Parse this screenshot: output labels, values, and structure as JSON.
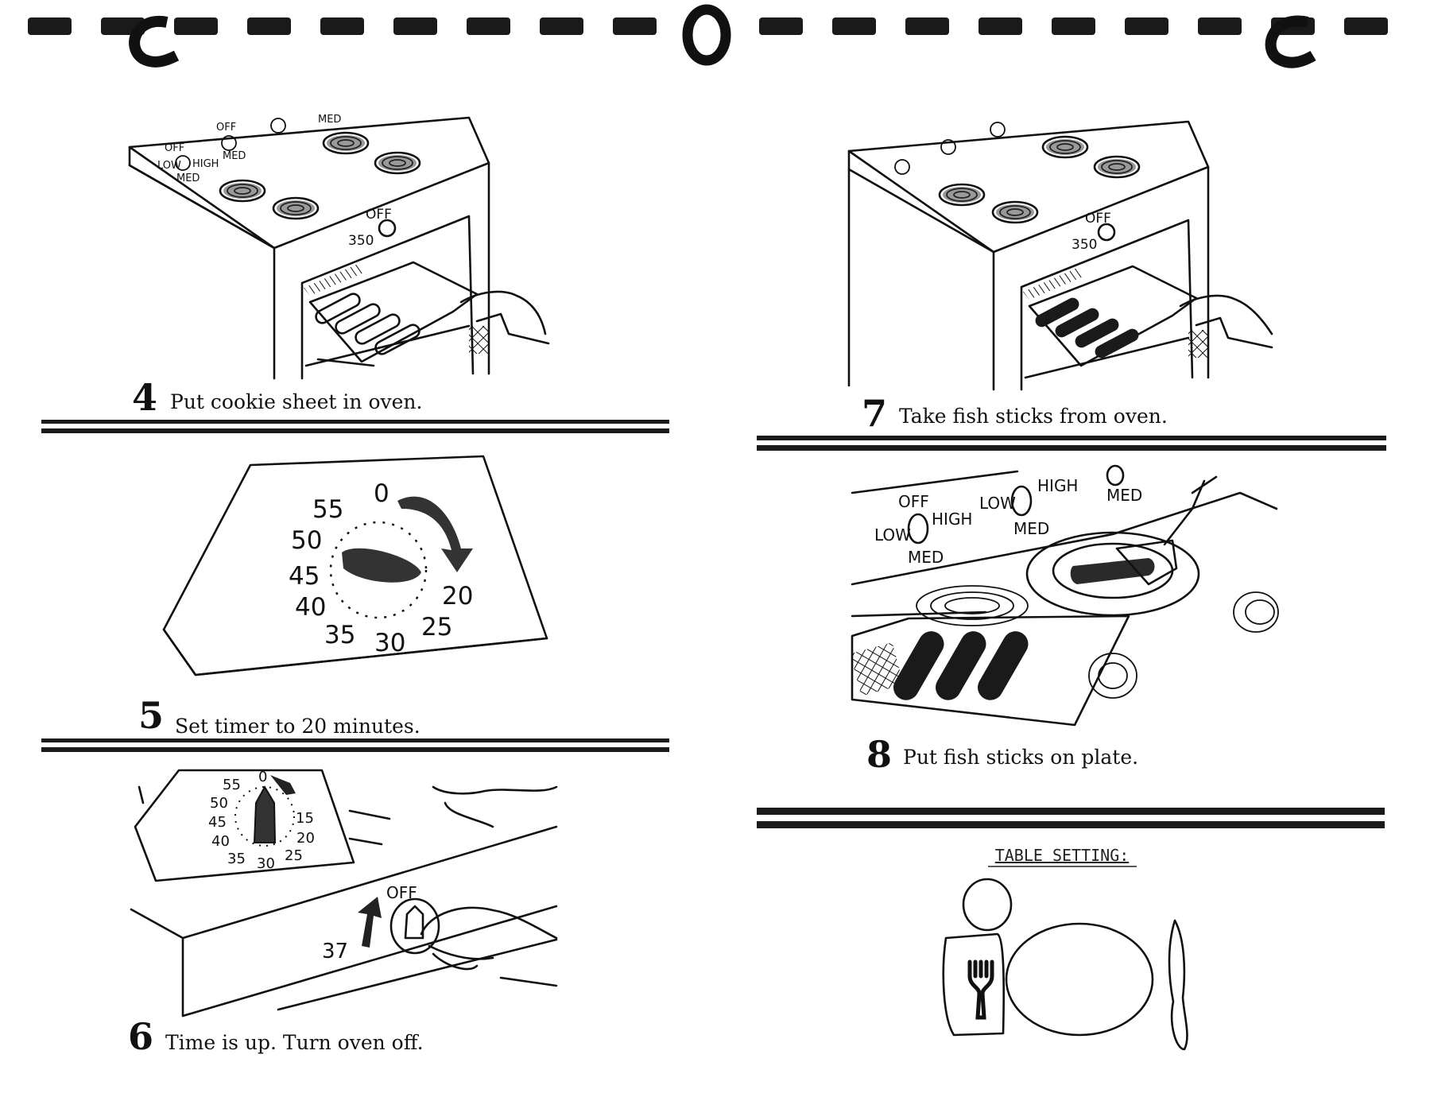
{
  "steps": [
    {
      "number": "4",
      "text": "Put cookie sheet in oven.",
      "oven": {
        "off": "OFF",
        "temp": "350"
      },
      "knobs": {
        "off": "OFF",
        "low": "LOW",
        "high": "HIGH",
        "med": "MED"
      }
    },
    {
      "number": "5",
      "text": "Set timer to 20 minutes.",
      "dial": [
        "0",
        "55",
        "50",
        "45",
        "40",
        "35",
        "30",
        "25",
        "20"
      ]
    },
    {
      "number": "6",
      "text": "Time is up. Turn oven off.",
      "dial": [
        "0",
        "55",
        "50",
        "45",
        "40",
        "35",
        "30",
        "25",
        "20",
        "15"
      ],
      "oven": {
        "off": "OFF",
        "temp": "37"
      }
    },
    {
      "number": "7",
      "text": "Take fish sticks from oven.",
      "oven": {
        "off": "OFF",
        "temp": "350"
      }
    },
    {
      "number": "8",
      "text": "Put fish sticks on plate.",
      "knobs": {
        "off": "OFF",
        "low": "LOW",
        "high": "HIGH",
        "med": "MED"
      }
    }
  ],
  "table_setting": {
    "label": "TABLE SETTING:"
  },
  "colors": {
    "ink": "#111111",
    "paper": "#ffffff"
  }
}
